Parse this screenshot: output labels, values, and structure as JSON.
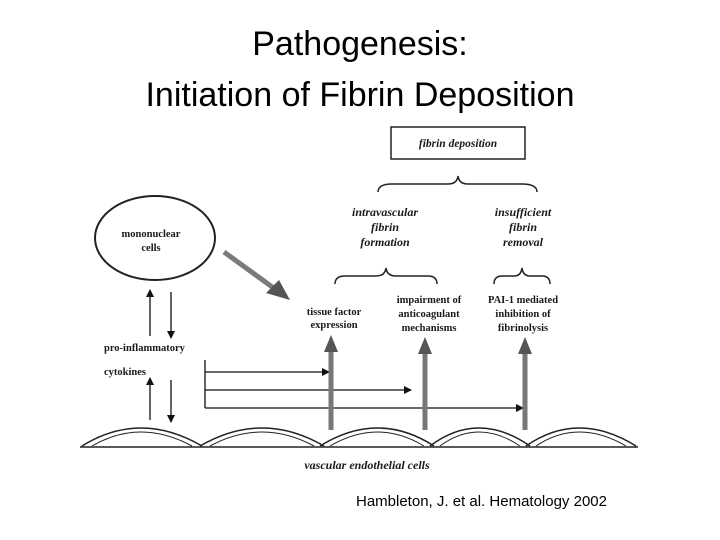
{
  "slide": {
    "title_line1": "Pathogenesis:",
    "title_line2": "Initiation of Fibrin Deposition",
    "citation": "Hambleton, J. et al. Hematology 2002"
  },
  "diagram": {
    "fibrin_deposition": "fibrin deposition",
    "intravascular": [
      "intravascular",
      "fibrin",
      "formation"
    ],
    "insufficient": [
      "insufficient",
      "fibrin",
      "removal"
    ],
    "mononuclear": [
      "mononuclear",
      "cells"
    ],
    "tissue_factor": [
      "tissue factor",
      "expression"
    ],
    "impairment": [
      "impairment of",
      "anticoagulant",
      "mechanisms"
    ],
    "pai": [
      "PAI-1 mediated",
      "inhibition of",
      "fibrinolysis"
    ],
    "pro_inflammatory": "pro-inflammatory",
    "cytokines": "cytokines",
    "endothelial": "vascular endothelial cells"
  }
}
